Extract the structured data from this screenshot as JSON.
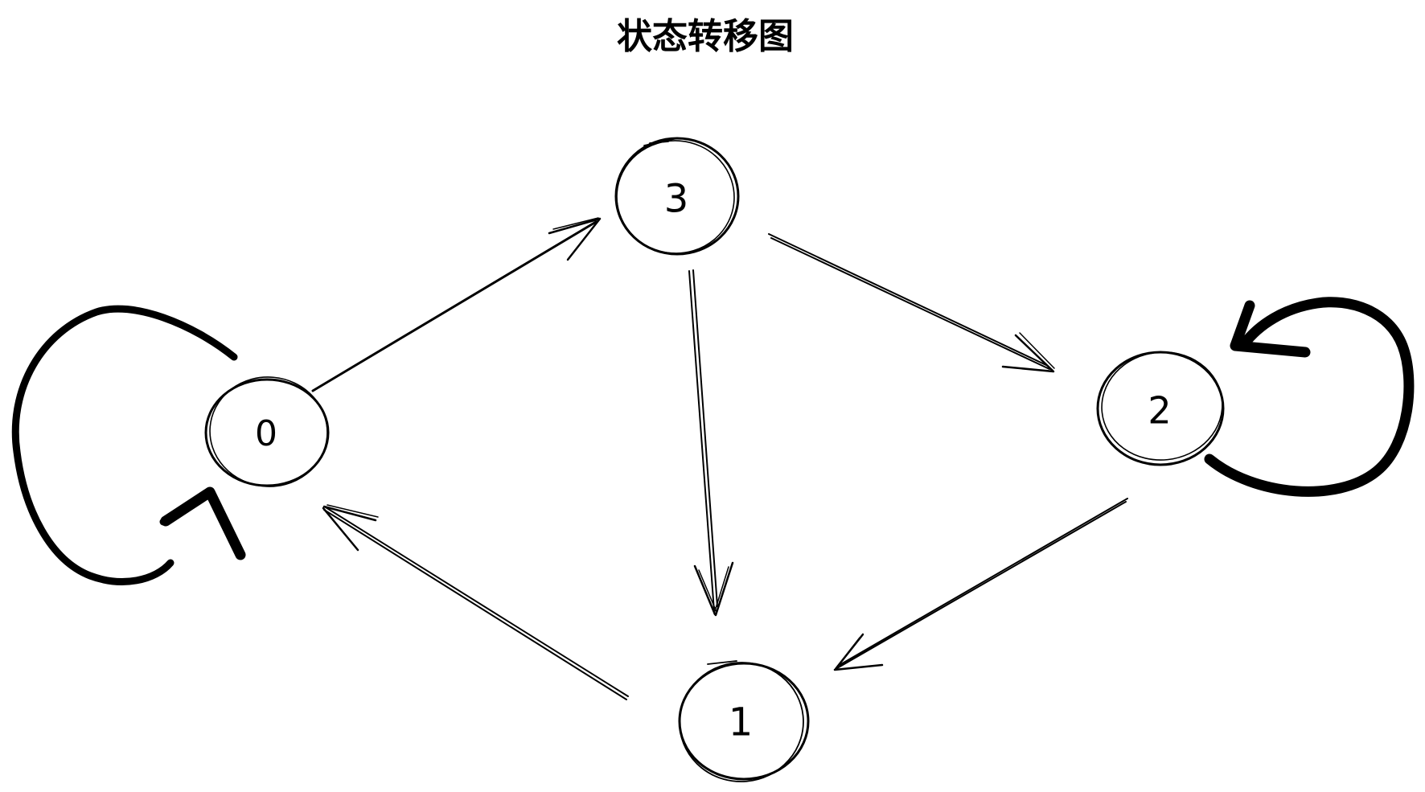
{
  "title": "状态转移图",
  "diagram": {
    "type": "state-transition-graph",
    "style": "hand-drawn-whiteboard",
    "colors": {
      "ink": "#000000",
      "background": "#ffffff"
    },
    "nodes": [
      {
        "id": "0",
        "label": "0"
      },
      {
        "id": "3",
        "label": "3"
      },
      {
        "id": "2",
        "label": "2"
      },
      {
        "id": "1",
        "label": "1"
      }
    ],
    "edges": [
      {
        "from": "0",
        "to": "3",
        "style": "straight-arrow"
      },
      {
        "from": "3",
        "to": "2",
        "style": "straight-arrow-double-stroke"
      },
      {
        "from": "3",
        "to": "1",
        "style": "straight-arrow-double-stroke"
      },
      {
        "from": "2",
        "to": "1",
        "style": "straight-arrow-double-stroke"
      },
      {
        "from": "1",
        "to": "0",
        "style": "straight-arrow-double-stroke"
      },
      {
        "from": "0",
        "to": "0",
        "style": "thick-self-loop-left"
      },
      {
        "from": "2",
        "to": "2",
        "style": "thick-self-loop-right"
      }
    ]
  }
}
